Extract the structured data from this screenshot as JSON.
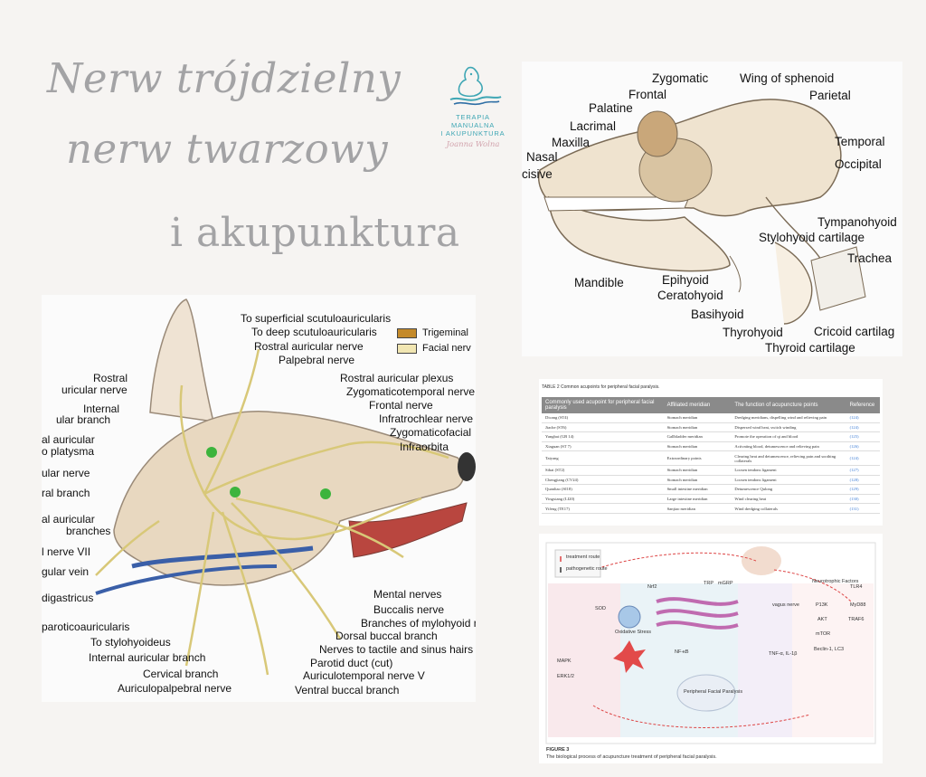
{
  "title": {
    "line1": "Nerw trójdzielny",
    "line2": "nerw twarzowy",
    "line3": "i akupunktura"
  },
  "logo": {
    "line1": "TERAPIA MANUALNA",
    "line2": "I AKUPUNKTURA",
    "signature": "Joanna Wolna",
    "colors": {
      "accent": "#3ea6b4",
      "signature": "#d2a3ad"
    }
  },
  "skull": {
    "labels": [
      "Zygomatic",
      "Wing of sphenoid",
      "Frontal",
      "Parietal",
      "Palatine",
      "Lacrimal",
      "Maxilla",
      "Temporal",
      "Nasal",
      "Occipital",
      "cisive",
      "Tympanohyoid",
      "Stylohyoid cartilage",
      "Trachea",
      "Mandible",
      "Epihyoid",
      "Ceratohyoid",
      "Basihyoid",
      "Cricoid cartilag",
      "Thyrohyoid",
      "Thyroid cartilage"
    ]
  },
  "nerve": {
    "legend": {
      "trigeminal": "Trigeminal",
      "facial": "Facial nerv",
      "trigeminal_color": "#c48a2a",
      "facial_color": "#f1e6b2"
    },
    "labels": [
      "To superficial scutuloauricularis",
      "To deep scutuloauricularis",
      "Rostral auricular nerve",
      "Palpebral nerve",
      "Rostral auricular plexus",
      "Rostral",
      "uricular nerve",
      "Zygomaticotemporal nerve",
      "Internal",
      "ular branch",
      "Frontal nerve",
      "Infratrochlear nerve",
      "al auricular",
      "o platysma",
      "Zygomaticofacial",
      "Infraorbita",
      "ular nerve",
      "ral branch",
      "al auricular",
      "branches",
      "l nerve VII",
      "gular vein",
      "digastricus",
      "Mental nerves",
      "Buccalis nerve",
      "Branches of mylohyoid nerv",
      "paroticoauricularis",
      "Dorsal buccal branch",
      "To stylohyoideus",
      "Nerves to tactile and sinus hairs",
      "Internal auricular branch",
      "Parotid duct (cut)",
      "Cervical branch",
      "Auriculotemporal nerve V",
      "Auriculopalpebral nerve",
      "Ventral buccal branch"
    ]
  },
  "table": {
    "caption": "TABLE 2  Common acupoints for peripheral facial paralysis.",
    "headers": [
      "Commonly used acupoint for peripheral facial paralysis",
      "Affiliated meridian",
      "The function of acupuncture points",
      "Reference"
    ],
    "rows": [
      [
        "Dicang (ST4)",
        "Stomach meridian",
        "Dredging meridians, dispelling wind and relieving pain",
        "(124)"
      ],
      [
        "Jiache (ST6)",
        "Stomach meridian",
        "Dispersed wind heat, switch winding",
        "(124)"
      ],
      [
        "Yangbai (GB 14)",
        "Gallbladder meridian",
        "Promote the operation of qi and blood",
        "(125)"
      ],
      [
        "Xiaguan (ST 7)",
        "Stomach meridian",
        "Activating blood, detumescence and relieving pain",
        "(126)"
      ],
      [
        "Taiyang",
        "Extraordinary points",
        "Clearing heat and detumescence, relieving pain and soothing collaterals",
        "(124)"
      ],
      [
        "Sibai (ST2)",
        "Stomach meridian",
        "Loosen tendons ligament",
        "(127)"
      ],
      [
        "Chengjiang (CV24)",
        "Stomach meridian",
        "Loosen tendons ligament",
        "(128)"
      ],
      [
        "Quanliao (SI18)",
        "Small intestine meridian",
        "Detumescence Qulong",
        "(129)"
      ],
      [
        "Yingxiang (LI20)",
        "Large intestine meridian",
        "Wind clearing heat",
        "(130)"
      ],
      [
        "Yifeng (TE17)",
        "Sanjiao meridian",
        "Wind dredging collaterals",
        "(131)"
      ]
    ]
  },
  "diagram": {
    "legend": [
      "treatment route",
      "pathogenetic route"
    ],
    "labels": [
      "Nrf2",
      "TRP",
      "mGRP",
      "Neurotrophic Factors",
      "TLR4",
      "SOD",
      "vagus nerve",
      "Oxidative Stress",
      "P13K",
      "MyD88",
      "AKT",
      "TRAF6",
      "mTOR",
      "MAPK",
      "NF-κB",
      "ERK1/2",
      "Beclin-1, LC3",
      "TNF-α, IL-1β",
      "Peripheral Facial Paralysis"
    ],
    "caption": "FIGURE 3",
    "caption_text": "The biological process of acupuncture treatment of peripheral facial paralysis."
  }
}
